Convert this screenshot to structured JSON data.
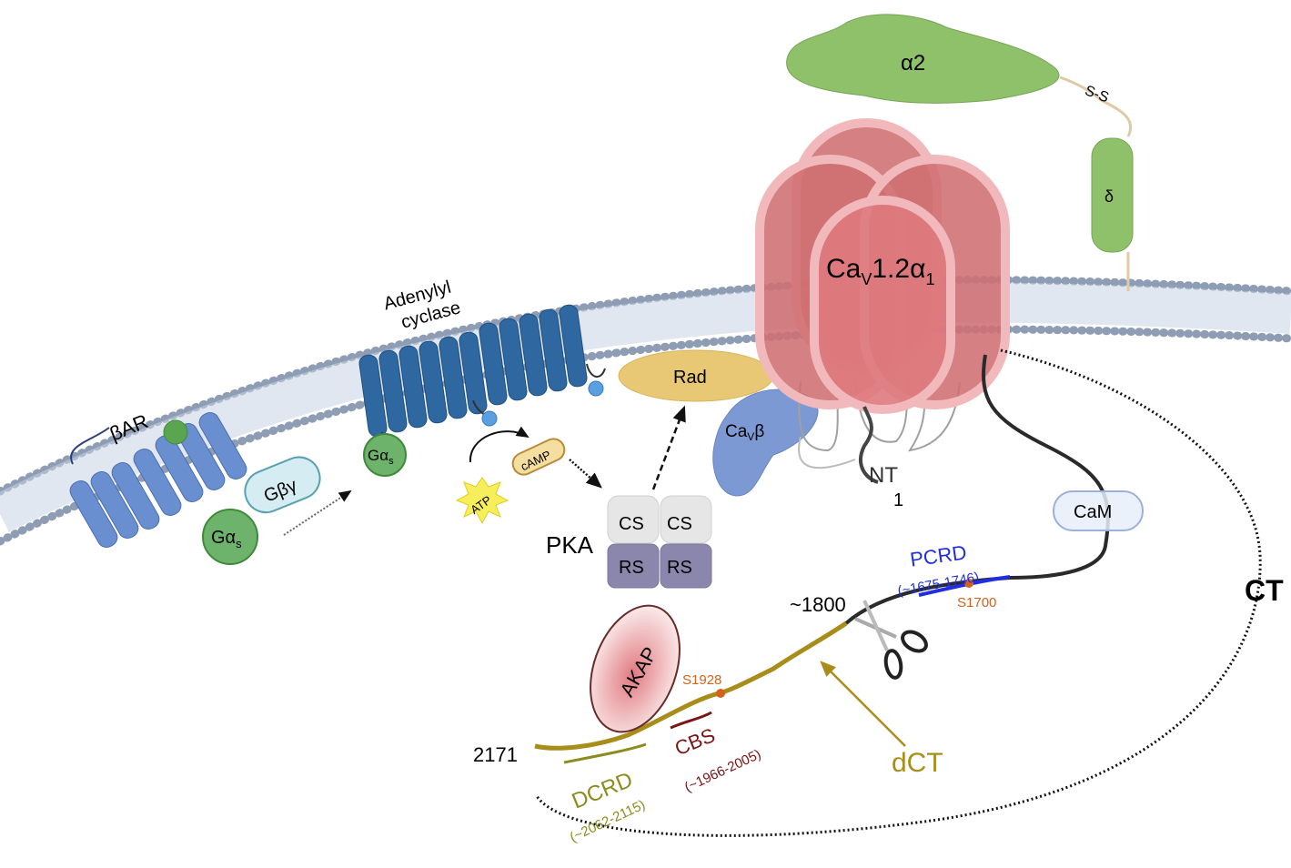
{
  "title": "PKA regulation of CaV1.2 channel via beta-adrenergic signaling",
  "colors": {
    "membrane_head": "#8e9db3",
    "membrane_tail": "#b7c6dc",
    "receptor_blue": "#6a8fd0",
    "adenylyl_blue": "#2f68a0",
    "g_protein_green": "#6db36b",
    "channel_red": "#d8767a",
    "alpha2_green": "#8fc06a",
    "rad_yellow": "#e8c874",
    "cavbeta_blue": "#7d99d3",
    "pka_cs": "#e6e6e6",
    "pka_rs": "#8a86ac",
    "akap_red": "#e8999c",
    "dct_gold": "#a98d1a",
    "pcrd_blue": "#1f2ee0",
    "phospho_orange": "#d4621c",
    "cbs_darkred": "#7b1414",
    "dcrd_olive": "#8c8c1e"
  },
  "labels": {
    "bar": "βAR",
    "gbg": "Gβγ",
    "gas_main": "Gα",
    "gas_sub": "s",
    "adenylyl_line1": "Adenylyl",
    "adenylyl_line2": "cyclase",
    "atp": "ATP",
    "camp": "cAMP",
    "rad": "Rad",
    "cavbeta_main": "Ca",
    "cavbeta_sub": "V",
    "cavbeta_end": "β",
    "channel_main": "Ca",
    "channel_sub1": "V",
    "channel_mid": "1.2α",
    "channel_sub2": "1",
    "alpha2": "α2",
    "ss": "S-S",
    "delta": "δ",
    "pka": "PKA",
    "cs": "CS",
    "rs": "RS",
    "akap": "AKAP",
    "nt": "NT",
    "nt_start": "1",
    "cam": "CaM",
    "ct": "CT",
    "pcrd": "PCRD",
    "pcrd_range": "(~1675-1746)",
    "s1700": "S1700",
    "cleavage_site": "~1800",
    "dct": "dCT",
    "s1928": "S1928",
    "cbs": "CBS",
    "cbs_range": "(~1966-2005)",
    "dcrd": "DCRD",
    "dcrd_range": "(~2062-2115)",
    "end_residue": "2171"
  }
}
